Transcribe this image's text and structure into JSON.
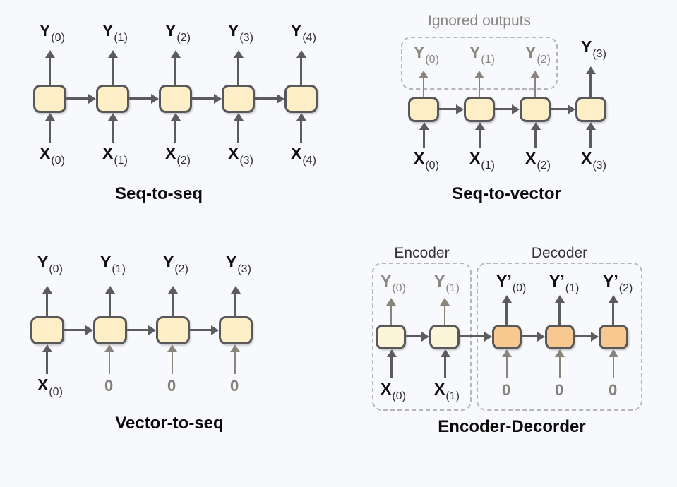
{
  "colors": {
    "background": "#f8f9fd",
    "cell_fill": "#fcefc7",
    "encoder_cell_fill": "#fdf5da",
    "decoder_cell_fill": "#f7c890",
    "cell_border": "#58585b",
    "dark_arrow": "#5c5c5e",
    "gray_arrow": "#8a847c",
    "gray_text": "#8a857f",
    "title_text": "#0b0b0b"
  },
  "seq2seq": {
    "title": "Seq-to-seq",
    "outputs": [
      {
        "main": "Y",
        "sub": "(0)"
      },
      {
        "main": "Y",
        "sub": "(1)"
      },
      {
        "main": "Y",
        "sub": "(2)"
      },
      {
        "main": "Y",
        "sub": "(3)"
      },
      {
        "main": "Y",
        "sub": "(4)"
      }
    ],
    "inputs": [
      {
        "main": "X",
        "sub": "(0)"
      },
      {
        "main": "X",
        "sub": "(1)"
      },
      {
        "main": "X",
        "sub": "(2)"
      },
      {
        "main": "X",
        "sub": "(3)"
      },
      {
        "main": "X",
        "sub": "(4)"
      }
    ]
  },
  "seq2vec": {
    "title": "Seq-to-vector",
    "ignored_label": "Ignored outputs",
    "ignored_outputs": [
      {
        "main": "Y",
        "sub": "(0)"
      },
      {
        "main": "Y",
        "sub": "(1)"
      },
      {
        "main": "Y",
        "sub": "(2)"
      }
    ],
    "final_output": {
      "main": "Y",
      "sub": "(3)"
    },
    "inputs": [
      {
        "main": "X",
        "sub": "(0)"
      },
      {
        "main": "X",
        "sub": "(1)"
      },
      {
        "main": "X",
        "sub": "(2)"
      },
      {
        "main": "X",
        "sub": "(3)"
      }
    ]
  },
  "vec2seq": {
    "title": "Vector-to-seq",
    "outputs": [
      {
        "main": "Y",
        "sub": "(0)"
      },
      {
        "main": "Y",
        "sub": "(1)"
      },
      {
        "main": "Y",
        "sub": "(2)"
      },
      {
        "main": "Y",
        "sub": "(3)"
      }
    ],
    "first_input": {
      "main": "X",
      "sub": "(0)"
    },
    "zero_inputs": [
      "0",
      "0",
      "0"
    ]
  },
  "encdec": {
    "title": "Encoder-Decorder",
    "encoder_label": "Encoder",
    "decoder_label": "Decoder",
    "encoder_ignored_outputs": [
      {
        "main": "Y",
        "sub": "(0)"
      },
      {
        "main": "Y",
        "sub": "(1)"
      }
    ],
    "decoder_outputs": [
      {
        "main": "Y’",
        "sub": "(0)"
      },
      {
        "main": "Y’",
        "sub": "(1)"
      },
      {
        "main": "Y’",
        "sub": "(2)"
      }
    ],
    "encoder_inputs": [
      {
        "main": "X",
        "sub": "(0)"
      },
      {
        "main": "X",
        "sub": "(1)"
      }
    ],
    "zero_inputs": [
      "0",
      "0",
      "0"
    ]
  }
}
